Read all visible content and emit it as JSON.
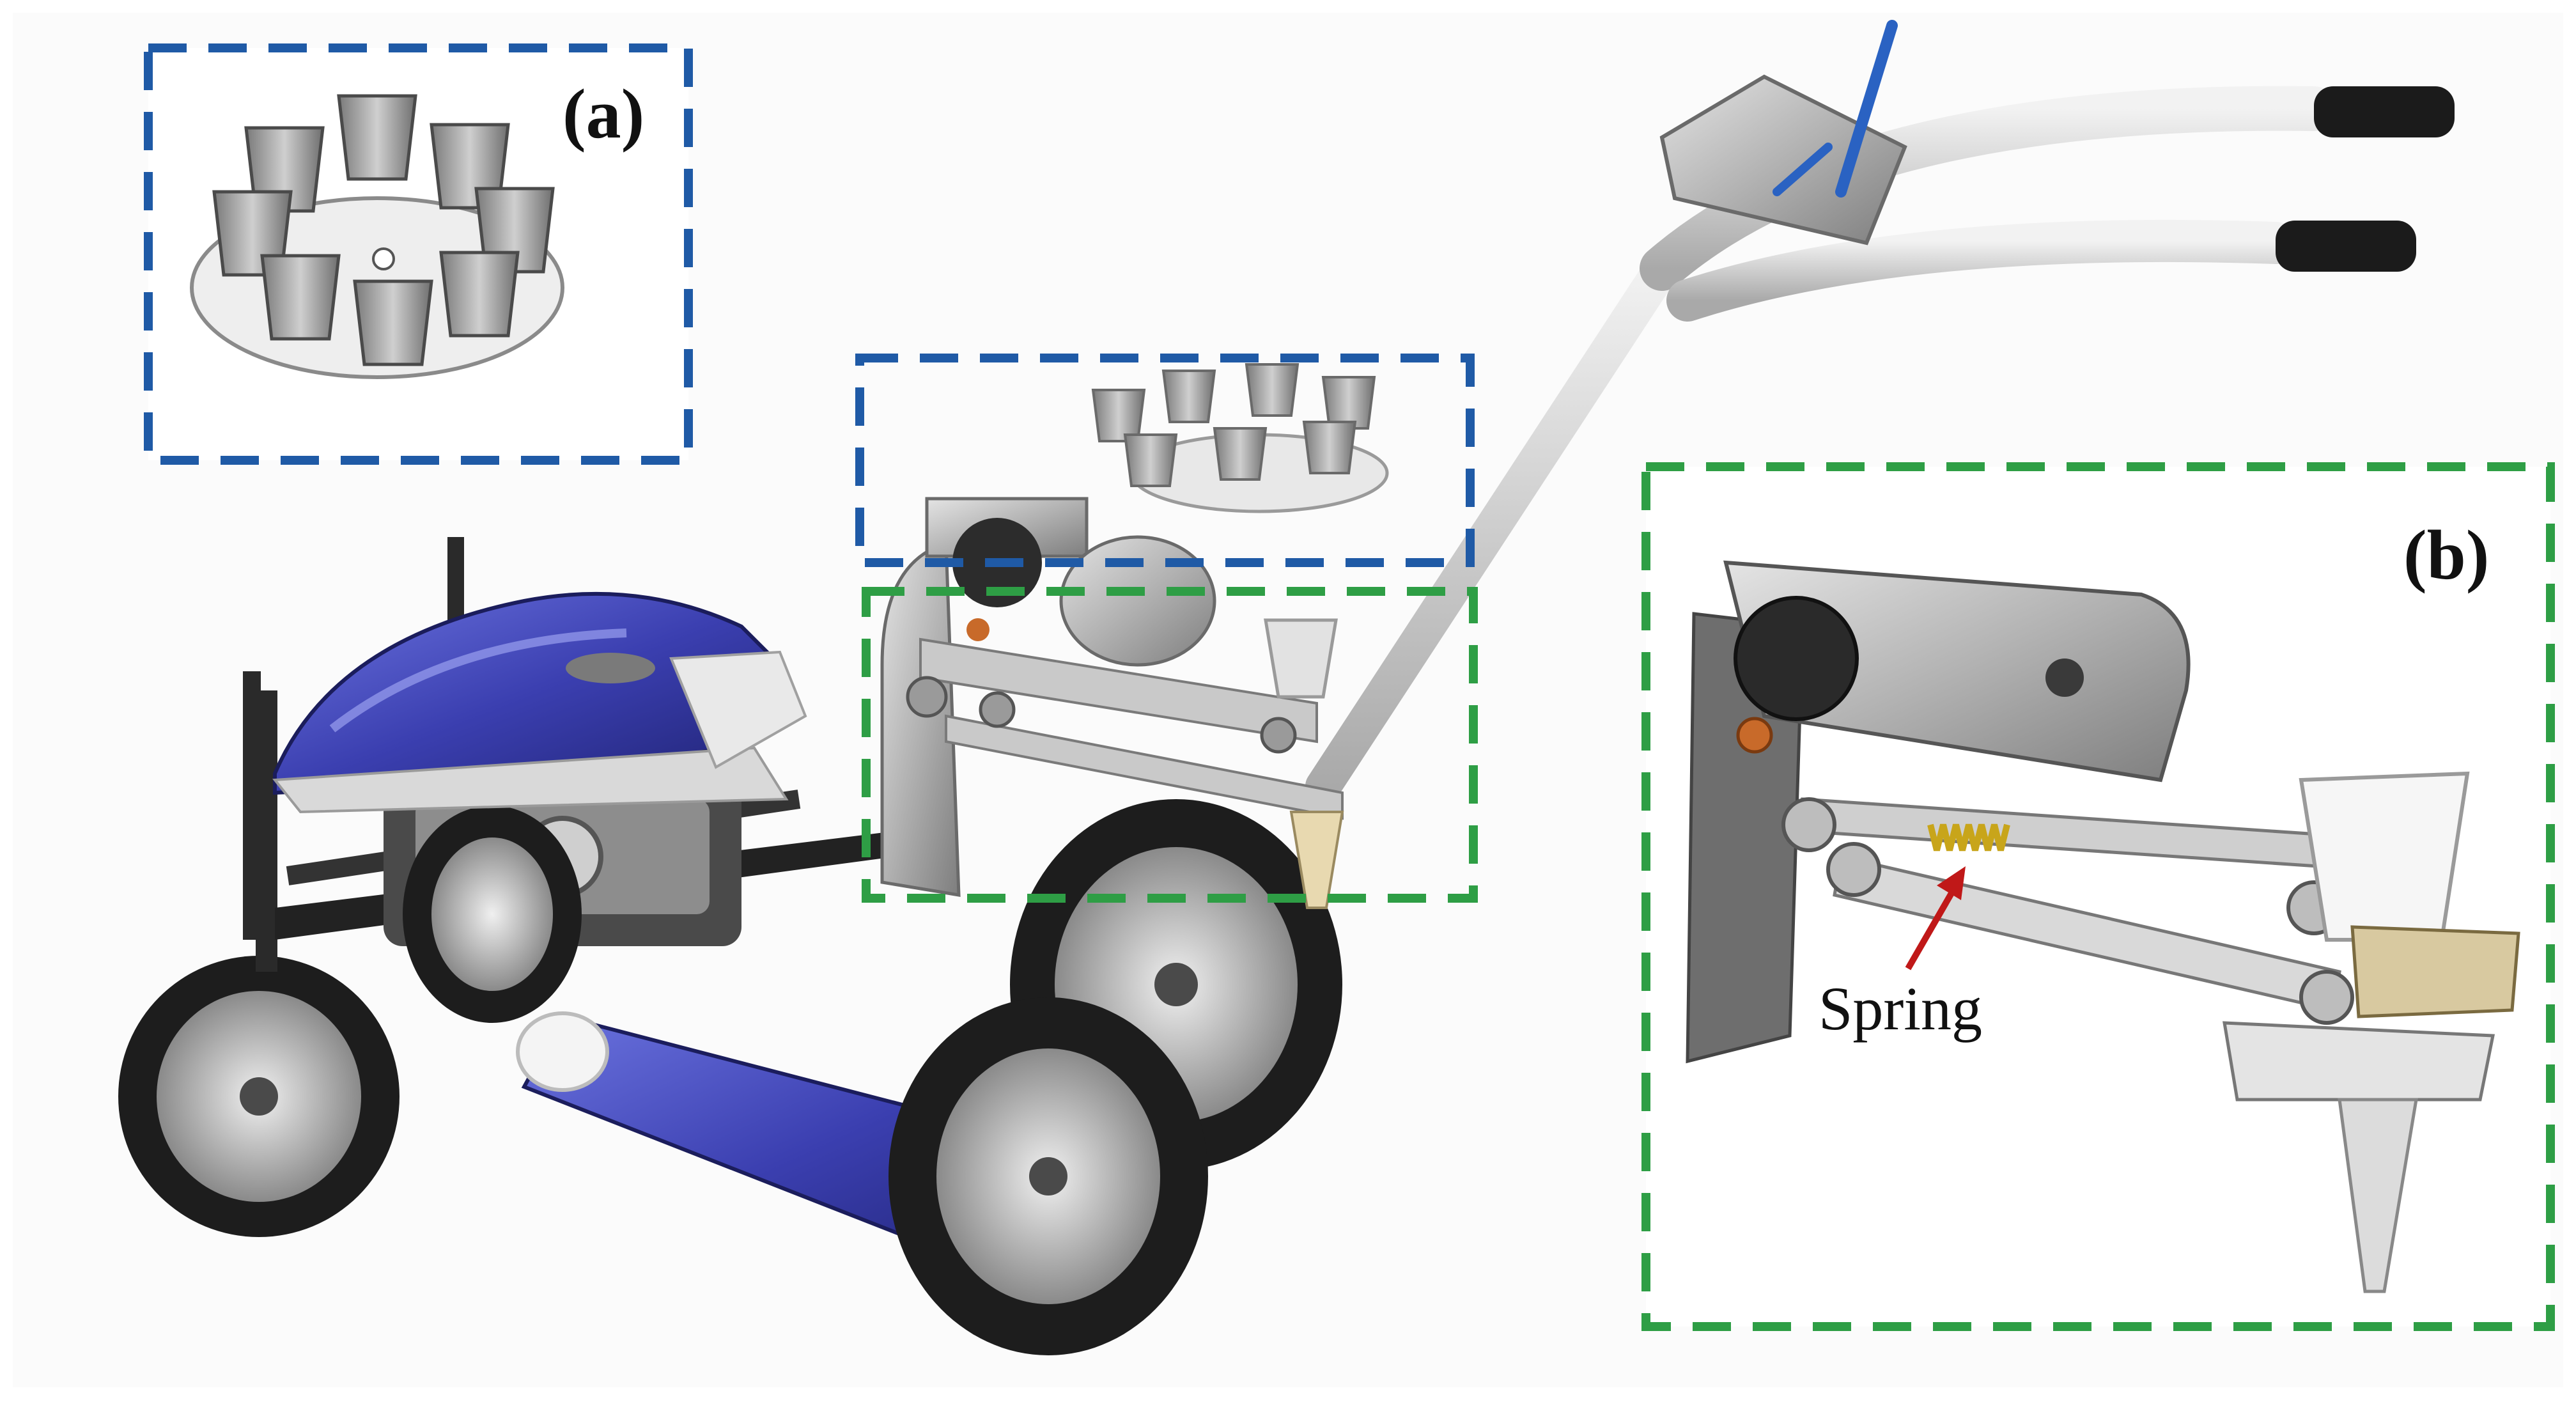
{
  "figure": {
    "panel_a_label": "(a)",
    "panel_b_label": "(b)",
    "spring_label": "Spring"
  },
  "colors": {
    "blue_dash": "#1f5aa6",
    "green_dash": "#2e9e45",
    "body_blue": "#3b3fb0",
    "metal": "#b9b9b9",
    "dark_metal": "#5a5a5a",
    "tire": "#1d1d1d",
    "arrow_red": "#c01818",
    "spring_gold": "#c8a51a"
  }
}
